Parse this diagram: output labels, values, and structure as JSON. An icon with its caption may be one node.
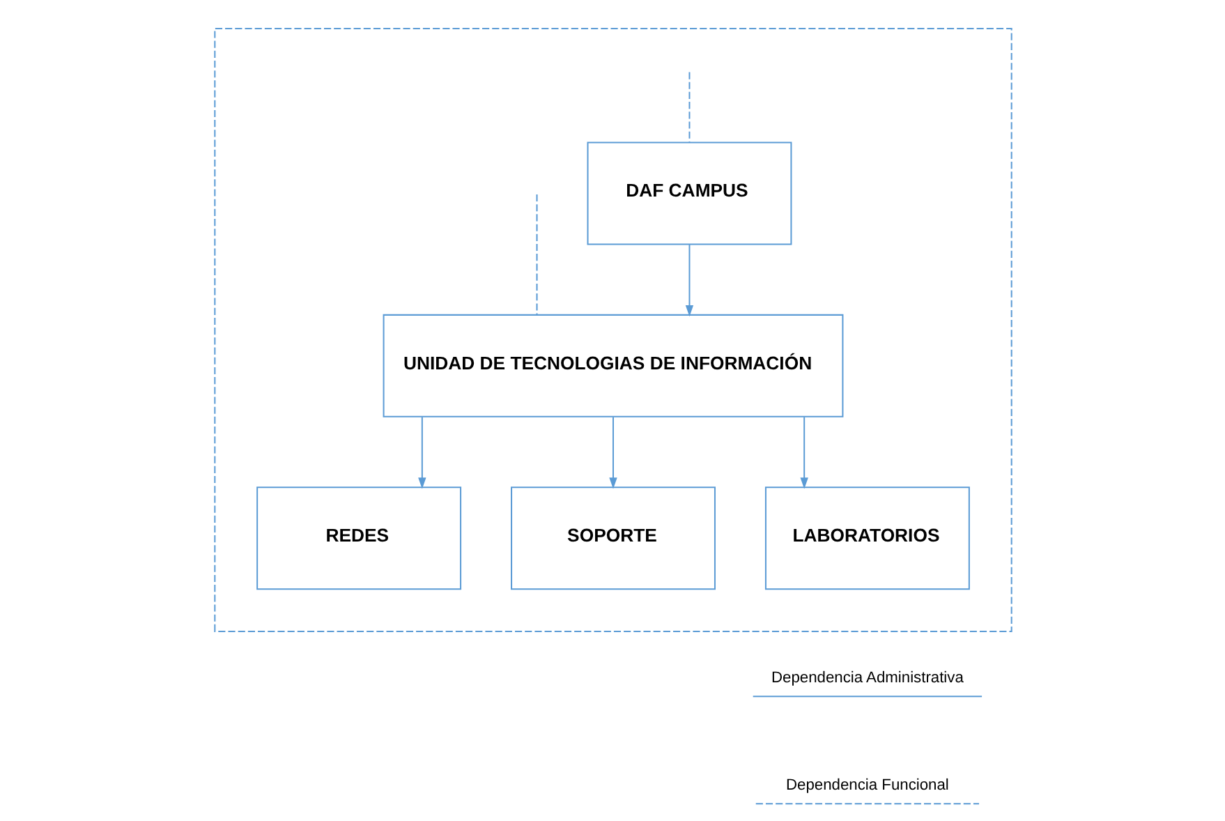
{
  "diagram": {
    "nodes": [
      {
        "text": [],
        "shape": "box"
      },
      {
        "text": [
          "DAF CAMPUS"
        ],
        "in": 0
      },
      {
        "text": [
          "UNIDAD DE TECNOLOGIAS DE INFORMACIÓN"
        ],
        "in": 0
      },
      {
        "text": [
          "REDES"
        ],
        "in": 0
      },
      {
        "text": [
          "SOPORTE"
        ],
        "in": 0
      },
      {
        "text": [
          "LABORATORIOS"
        ],
        "in": 0
      }
    ],
    "edges": [
      {
        "from": null,
        "to": 1,
        "arrow": "none",
        "style": "dashed"
      },
      {
        "from": null,
        "to": 2,
        "arrow": "none",
        "style": "dashed"
      },
      {
        "from": 1,
        "to": 2,
        "arrow": "to"
      },
      {
        "from": 2,
        "to": 3,
        "arrow": "to"
      },
      {
        "from": 2,
        "to": 4,
        "arrow": "to"
      },
      {
        "from": 2,
        "to": 5,
        "arrow": "to"
      }
    ],
    "legend": [
      {
        "text": "Dependencia Administrativa"
      },
      {
        "text": "Dependencia Funcional"
      }
    ]
  }
}
